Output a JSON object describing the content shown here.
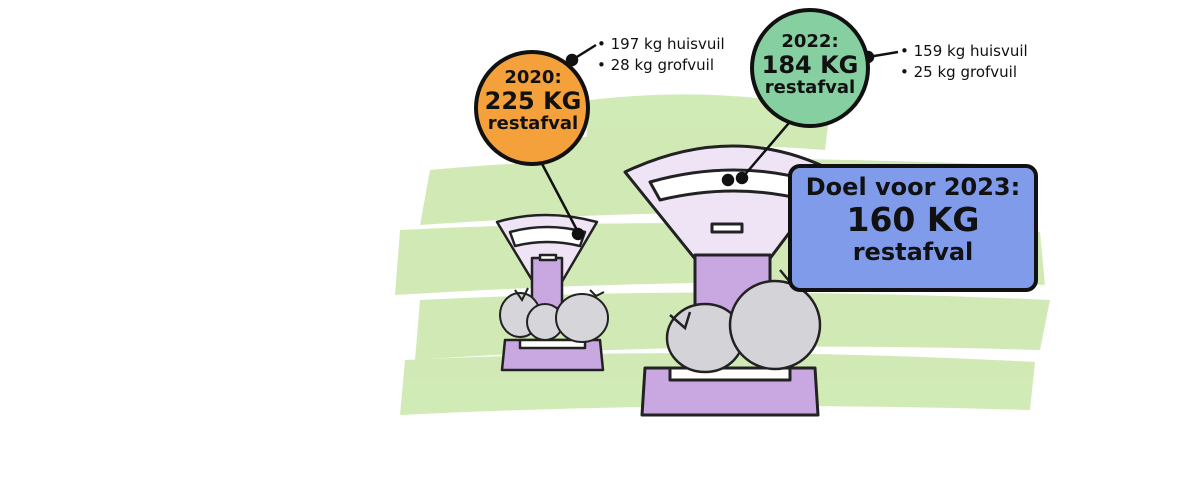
{
  "bubble_2020": {
    "year": "2020:",
    "amount": "225 KG",
    "label": "restafval",
    "color": "#f4a13c",
    "details": [
      "197 kg huisvuil",
      "28 kg grofvuil"
    ]
  },
  "bubble_2022": {
    "year": "2022:",
    "amount": "184 KG",
    "label": "restafval",
    "color": "#86cfa0",
    "details": [
      "159 kg huisvuil",
      "25 kg grofvuil"
    ]
  },
  "goal": {
    "line1": "Doel voor 2023:",
    "line2": "160 KG",
    "line3": "restafval",
    "color": "#7f9bea"
  },
  "colors": {
    "grass": "#c9e7a9",
    "scale": "#c9a8e2",
    "bag": "#d3d3d8"
  }
}
